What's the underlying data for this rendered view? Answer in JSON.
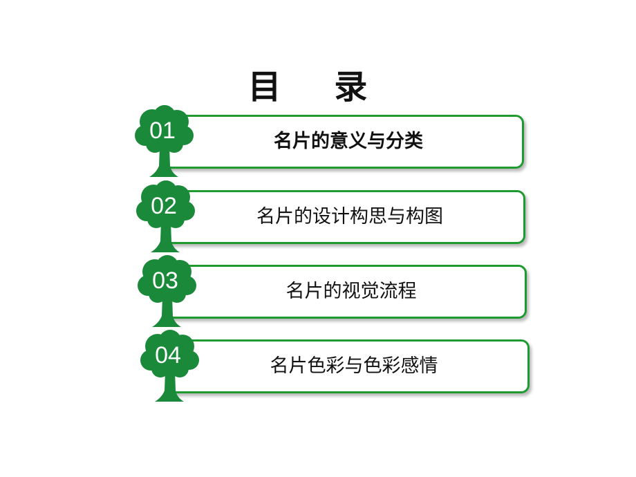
{
  "title": "目 录",
  "colors": {
    "accent": "#1e9b2f",
    "tree": "#1a8a3a"
  },
  "items": [
    {
      "number": "01",
      "label": "名片的意义与分类",
      "bold": true
    },
    {
      "number": "02",
      "label": "名片的设计构思与构图",
      "bold": false
    },
    {
      "number": "03",
      "label": "名片的视觉流程",
      "bold": false
    },
    {
      "number": "04",
      "label": "名片色彩与色彩感情",
      "bold": false
    }
  ]
}
